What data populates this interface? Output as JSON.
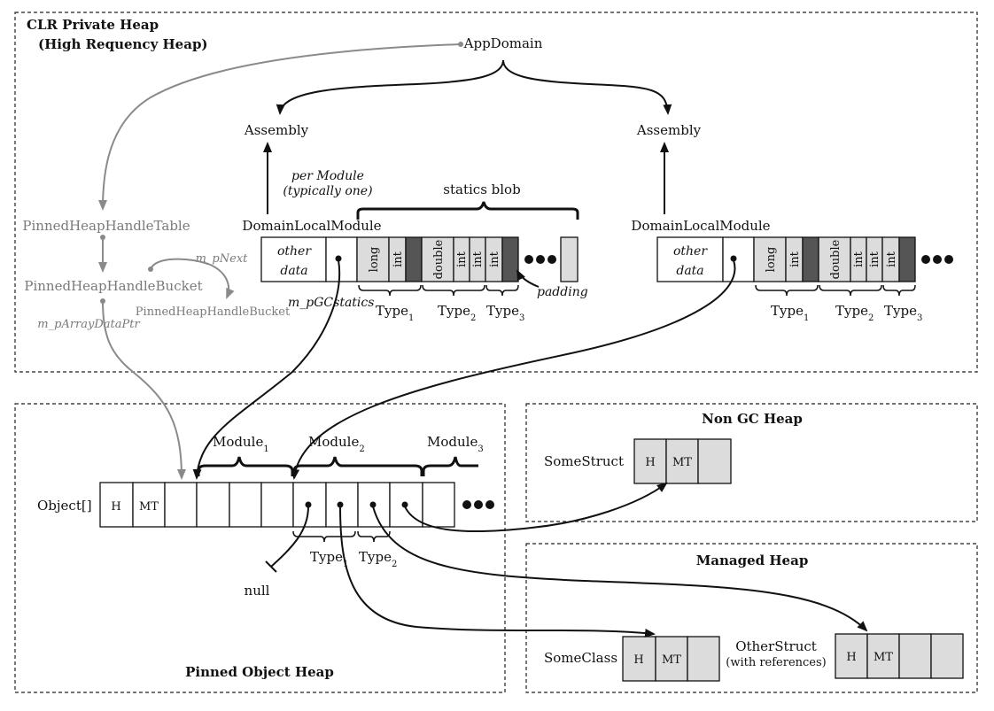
{
  "regions": {
    "clr_private_heap": {
      "title_line1": "CLR Private Heap",
      "title_line2": "(High Requency Heap)"
    },
    "pinned_object_heap": {
      "title": "Pinned Object Heap"
    },
    "non_gc_heap": {
      "title": "Non GC Heap"
    },
    "managed_heap": {
      "title": "Managed Heap"
    }
  },
  "nodes": {
    "appdomain": "AppDomain",
    "assembly_left": "Assembly",
    "assembly_right": "Assembly",
    "dlm_left": "DomainLocalModule",
    "dlm_right": "DomainLocalModule",
    "per_module_line1": "per Module",
    "per_module_line2": "(typically one)",
    "statics_blob": "statics blob",
    "padding": "padding",
    "m_pgcstatics": "m_pGCstatics",
    "handle_table": "PinnedHeapHandleTable",
    "handle_bucket": "PinnedHeapHandleBucket",
    "handle_bucket_next": "PinnedHeapHandleBucket",
    "m_pnext": "m_pNext",
    "m_parraydataptr": "m_pArrayDataPtr",
    "object_array": "Object[]",
    "null": "null",
    "somestruct": "SomeStruct",
    "someclass": "SomeClass",
    "otherstruct_line1": "OtherStruct",
    "otherstruct_line2": "(with references)"
  },
  "cells": {
    "other": "other",
    "data": "data",
    "long": "long",
    "int": "int",
    "double": "double",
    "h": "H",
    "mt": "MT"
  },
  "labels": {
    "type": "Type",
    "module": "Module",
    "sub1": "1",
    "sub2": "2",
    "sub3": "3"
  }
}
